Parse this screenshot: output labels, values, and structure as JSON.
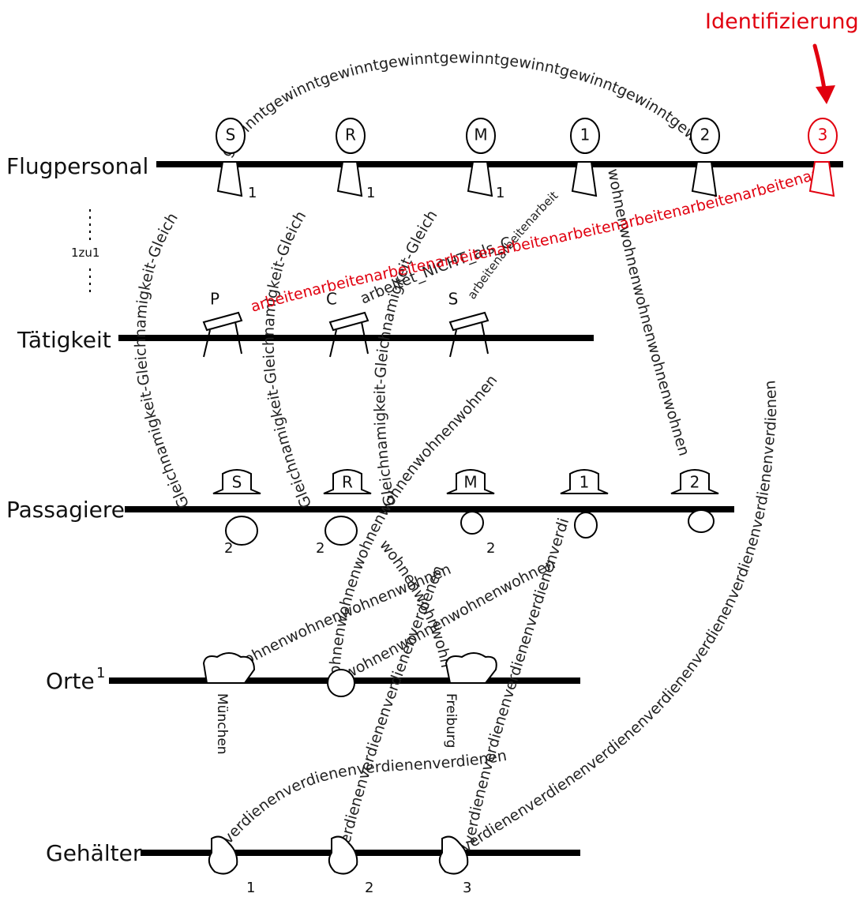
{
  "title": "Identifizierung",
  "rows": {
    "flugpersonal": "Flugpersonal",
    "taetigkeit": "Tätigkeit",
    "passagiere": "Passagiere",
    "orte": "Orte",
    "orte_sup": "1",
    "gehaelter": "Gehälter"
  },
  "ratio": "1zu1",
  "crew": [
    {
      "label": "S",
      "sub": "1"
    },
    {
      "label": "R",
      "sub": "1"
    },
    {
      "label": "M",
      "sub": "1"
    },
    {
      "label": "1",
      "sub": ""
    },
    {
      "label": "2",
      "sub": ""
    },
    {
      "label": "3",
      "sub": ""
    }
  ],
  "jobs": [
    "P",
    "C",
    "S"
  ],
  "passengers": [
    {
      "label": "S",
      "sub": "2"
    },
    {
      "label": "R",
      "sub": "2"
    },
    {
      "label": "M",
      "sub": "2"
    },
    {
      "label": "1",
      "sub": ""
    },
    {
      "label": "2",
      "sub": ""
    }
  ],
  "cities": [
    "München",
    "Freiburg"
  ],
  "salaries": [
    "1",
    "2",
    "3"
  ],
  "relations": {
    "gewinnt": "gewinntgewinntgewinntgewinntgewinntgewinntgewinntgewinntgewinntgewinnt",
    "gleich1": "Gleichnamigkeit-Gleichnamigkeit-Gleich",
    "gleich2": "Gleichnamigkeit-Gleichnamigkeit-Gleich",
    "gleich3": "Gleichnamigkeit-Gleichnamigkeit-Gleich",
    "arbeiten": "arbeitenarbeitenarbeitenarbeitenarbeitenarbeitenarbeitenarbeitenarbeitenarbeit",
    "arbeitet_nicht": "arbeitet_NICHT_als_C",
    "arbeitet_nicht2": "arbeitet_NICHT_als_C",
    "arbeiten_black": "arbeitenarbeitenarbeit",
    "wohnen1": "wohnenwohnenwohnenwohnenwohnenwohnen",
    "wohnen2": "wohnenwohnenwohnenwohnenwohnen",
    "wohnen3": "wohnenwohnenwohnenwohnen",
    "wohnen4": "wohnenwohnenwohnenwohnen",
    "wohnen5": "wohnenwohnwohnenwohnen",
    "verdienen1": "verdienenverdienenverdienenverdienenverdienenverdienenverdienenverdienen",
    "verdienen2": "verdienenverdienenverdienenverdienen",
    "verdienen3": "verdienenverdienenverdienenverdienen",
    "verdienen4": "verdienenverdienenverdienenverdienenverdienen"
  }
}
